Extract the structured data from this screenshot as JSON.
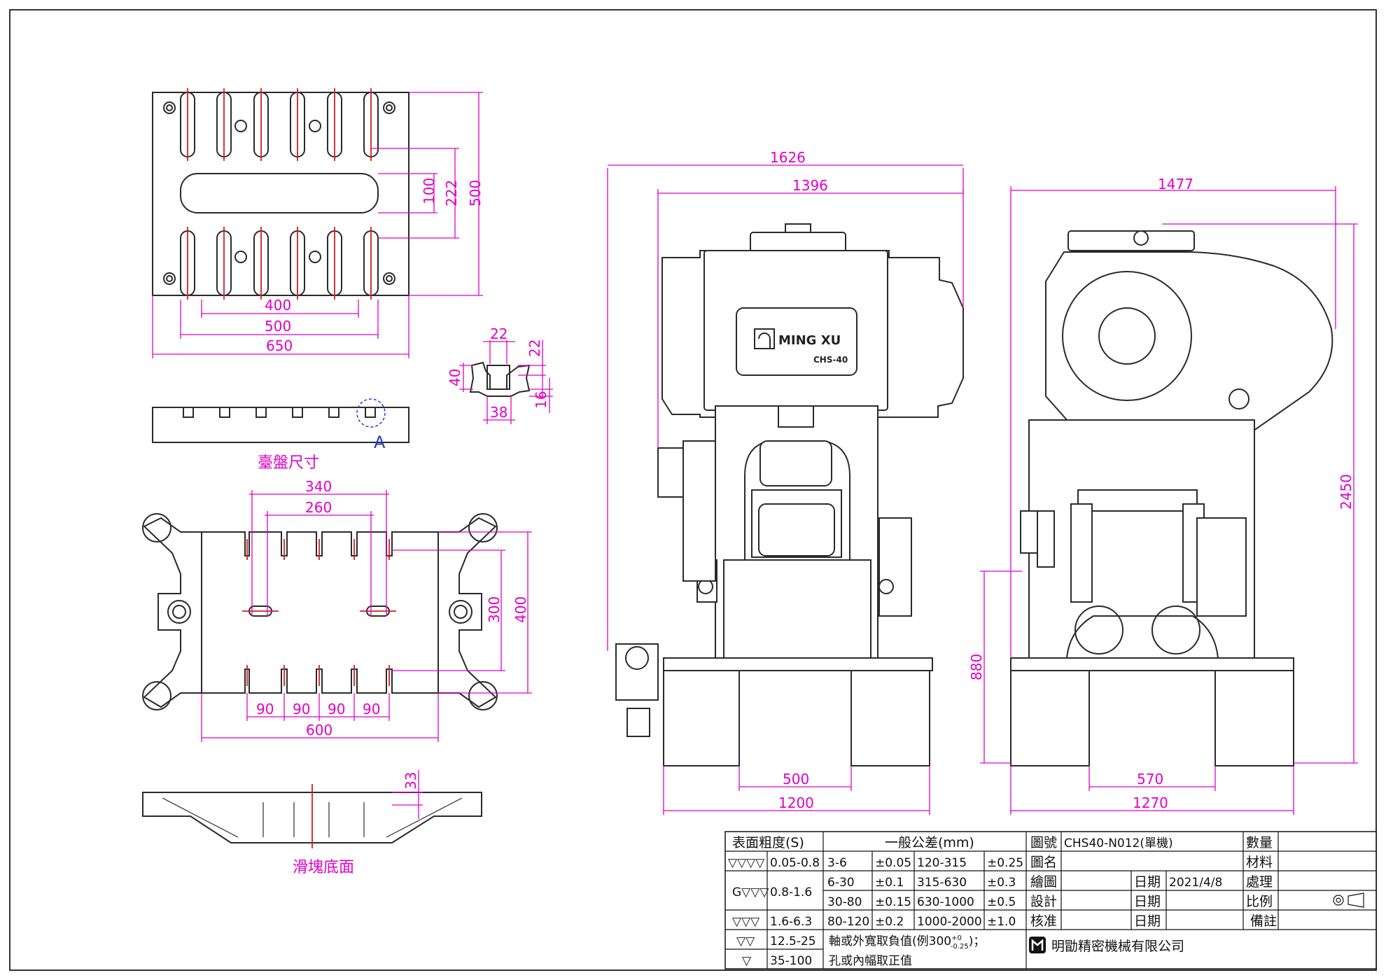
{
  "colors": {
    "dimension": "#e000c8",
    "ink": "#2a2a2a",
    "centerline": "#d02020",
    "detail_marker": "#2040c0"
  },
  "bolster": {
    "title": "臺盤尺寸",
    "dims": {
      "slot_span": "400",
      "inner": "500",
      "width": "650",
      "h_100": "100",
      "h_222": "222",
      "h_500": "500"
    },
    "detail_label": "A",
    "tslot": {
      "top": "22",
      "right": "22",
      "left": "40",
      "bottom_h": "16",
      "bottom_w": "38"
    }
  },
  "slide": {
    "title": "滑塊底面",
    "dims": {
      "d340": "340",
      "d260": "260",
      "d300": "300",
      "d400": "400",
      "p1": "90",
      "p2": "90",
      "p3": "90",
      "p4": "90",
      "d600": "600",
      "d33": "33"
    }
  },
  "front_view": {
    "dims": {
      "overall": "1626",
      "body": "1396",
      "feet": "500",
      "base": "1200"
    },
    "nameplate": {
      "brand": "MING XU",
      "model": "CHS-40"
    }
  },
  "side_view": {
    "dims": {
      "overall": "1477",
      "height": "2450",
      "bed_height": "880",
      "feet": "570",
      "base": "1270"
    }
  },
  "title_block": {
    "roughness_header": "表面粗度(S)",
    "tolerance_header": "一般公差(mm)",
    "roughness_rows": [
      {
        "symbol": "▽▽▽▽",
        "value": "0.05-0.8"
      },
      {
        "symbol": "G▽▽▽",
        "value": "0.8-1.6"
      },
      {
        "symbol": "▽▽▽",
        "value": "1.6-6.3"
      },
      {
        "symbol": "▽▽",
        "value": "12.5-25"
      },
      {
        "symbol": "▽",
        "value": "35-100"
      }
    ],
    "tolerance_rows": [
      {
        "range1": "3-6",
        "tol1": "±0.05",
        "range2": "120-315",
        "tol2": "±0.25"
      },
      {
        "range1": "6-30",
        "tol1": "±0.1",
        "range2": "315-630",
        "tol2": "±0.3"
      },
      {
        "range1": "30-80",
        "tol1": "±0.15",
        "range2": "630-1000",
        "tol2": "±0.5"
      },
      {
        "range1": "80-120",
        "tol1": "±0.2",
        "range2": "1000-2000",
        "tol2": "±1.0"
      }
    ],
    "note1_main": "軸或外寬取負值(例300",
    "note1_sup": "+0",
    "note1_sub": "-0.25",
    "note1_end": ")；",
    "note2": "孔或內幅取正值",
    "drawing_no_label": "圖號",
    "drawing_no": "CHS40-N012(單機)",
    "drawing_name_label": "圖名",
    "drafted_label": "繪圖",
    "designed_label": "設計",
    "approved_label": "核准",
    "date_label": "日期",
    "date": "2021/4/8",
    "quantity_label": "數量",
    "material_label": "材料",
    "treatment_label": "處理",
    "scale_label": "比例",
    "remark_label": "備註",
    "company": "明勖精密機械有限公司"
  }
}
